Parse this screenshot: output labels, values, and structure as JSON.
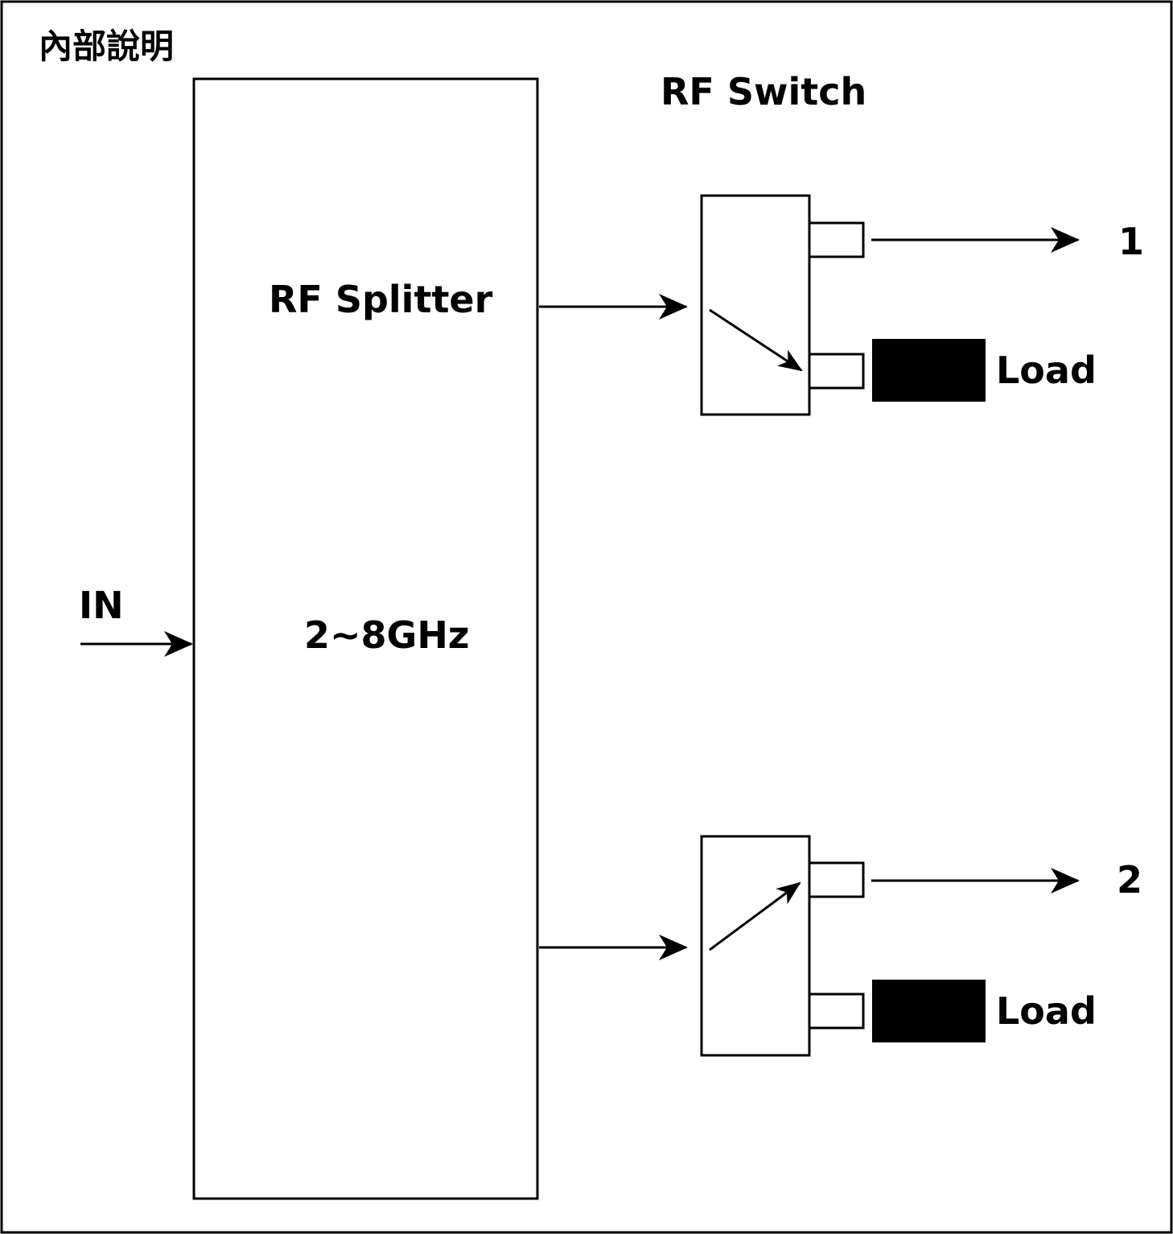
{
  "title": "內部說明",
  "splitter": {
    "name": "RF Splitter",
    "range": "2~8GHz"
  },
  "switch_group": {
    "label": "RF Switch"
  },
  "input": {
    "label": "IN"
  },
  "outputs": [
    {
      "label": "1",
      "load_label": "Load",
      "selected": "output"
    },
    {
      "label": "2",
      "load_label": "Load",
      "selected": "output"
    }
  ],
  "colors": {
    "line": "#000000",
    "load": "#000000",
    "background": "#ffffff"
  }
}
